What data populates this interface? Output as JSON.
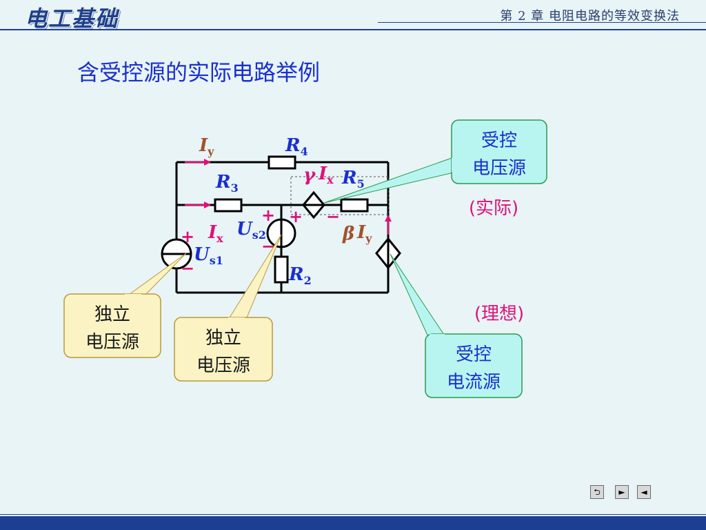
{
  "header": {
    "course_title": "电工基础",
    "chapter_title": "第 2 章 电阻电路的等效变换法"
  },
  "slide": {
    "title": "含受控源的实际电路举例"
  },
  "circuit": {
    "labels": {
      "Iy_italic": "I",
      "Iy_sub": "y",
      "R4": "R",
      "R4_sub": "4",
      "R3": "R",
      "R3_sub": "3",
      "gamma_Ix": "γ",
      "gamma_Ix_I": "I",
      "gamma_Ix_sub": "x",
      "R5": "R",
      "R5_sub": "5",
      "Ix": "I",
      "Ix_sub": "x",
      "Us2": "U",
      "Us2_sub": "s2",
      "Us1": "U",
      "Us1_sub": "s1",
      "R2": "R",
      "R2_sub": "2",
      "beta_Iy": "β",
      "beta_Iy_I": "I",
      "beta_Iy_sub": "y",
      "plus": "+",
      "minus": "−"
    }
  },
  "callouts": {
    "dep_voltage_src": {
      "line1": "受控",
      "line2": "电压源"
    },
    "actual_note": "(实际)",
    "ideal_note": "(理想)",
    "dep_current_src": {
      "line1": "受控",
      "line2": "电流源"
    },
    "indep_src_left": {
      "line1": "独立",
      "line2": "电压源"
    },
    "indep_src_mid": {
      "line1": "独立",
      "line2": "电压源"
    }
  },
  "nav": {
    "back_icon": "return-icon",
    "next_icon": "next-icon",
    "prev_icon": "prev-icon"
  },
  "colors": {
    "wire": "#000000",
    "label_blue": "#1a2fd0",
    "label_brown": "#a0522d",
    "arrow_magenta": "#e0107a",
    "callout_cyan_fill": "#b8f5f0",
    "callout_yellow_fill": "#fbf3c4"
  }
}
